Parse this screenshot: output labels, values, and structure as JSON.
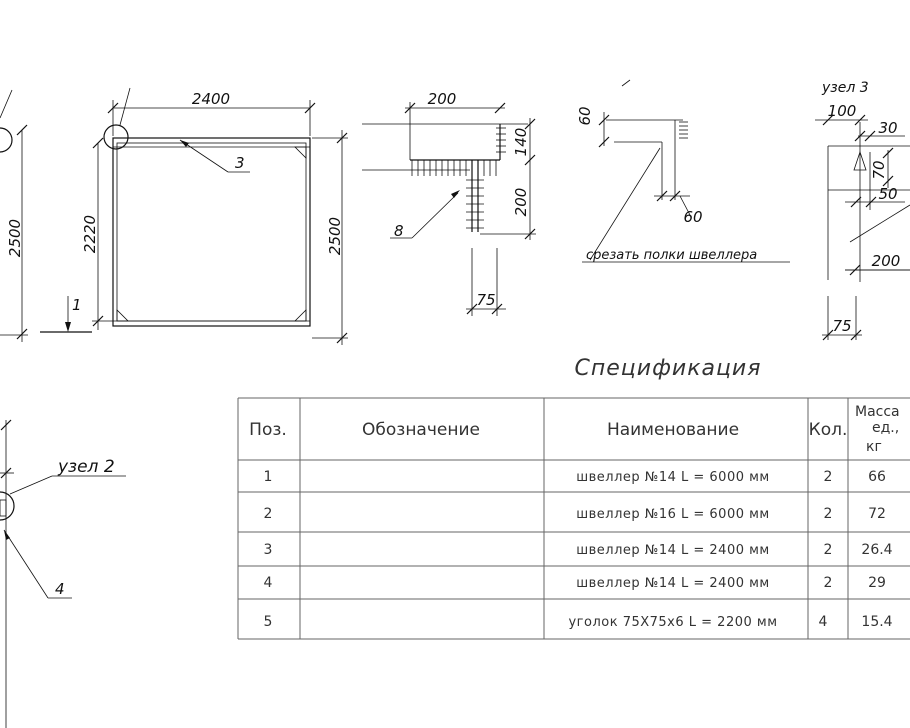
{
  "dims": {
    "d2400": "2400",
    "d2500_left": "2500",
    "d2220": "2220",
    "d2500_right": "2500",
    "d200_top": "200",
    "d140": "140",
    "d200_vert": "200",
    "d75_mid": "75",
    "d60_a": "60",
    "d60_b": "60",
    "d100": "100",
    "d30": "30",
    "d70": "70",
    "d50": "50",
    "d200_right": "200",
    "d75_right": "75"
  },
  "callouts": {
    "c3": "3",
    "c8": "8",
    "c1": "1",
    "c4": "4",
    "node2": "узел 2",
    "cut_note": "срезать полки швеллера"
  },
  "spec": {
    "title": "Спецификация",
    "headers": {
      "pos": "Поз.",
      "designation": "Обозначение",
      "name": "Наименование",
      "qty": "Кол.",
      "mass_line1": "Масса",
      "mass_line2": "ед.,",
      "mass_line3": "кг"
    },
    "rows": [
      {
        "pos": "1",
        "designation": "",
        "name": "швеллер №14 L = 6000 мм",
        "qty": "2",
        "mass": "66"
      },
      {
        "pos": "2",
        "designation": "",
        "name": "швеллер №16 L = 6000 мм",
        "qty": "2",
        "mass": "72"
      },
      {
        "pos": "3",
        "designation": "",
        "name": "швеллер №14 L = 2400 мм",
        "qty": "2",
        "mass": "26.4"
      },
      {
        "pos": "4",
        "designation": "",
        "name": "швеллер №14 L = 2400 мм",
        "qty": "2",
        "mass": "29"
      },
      {
        "pos": "5",
        "designation": "",
        "name": "уголок 75X75x6 L = 2200 мм",
        "qty": "4",
        "mass": "15.4"
      }
    ]
  }
}
